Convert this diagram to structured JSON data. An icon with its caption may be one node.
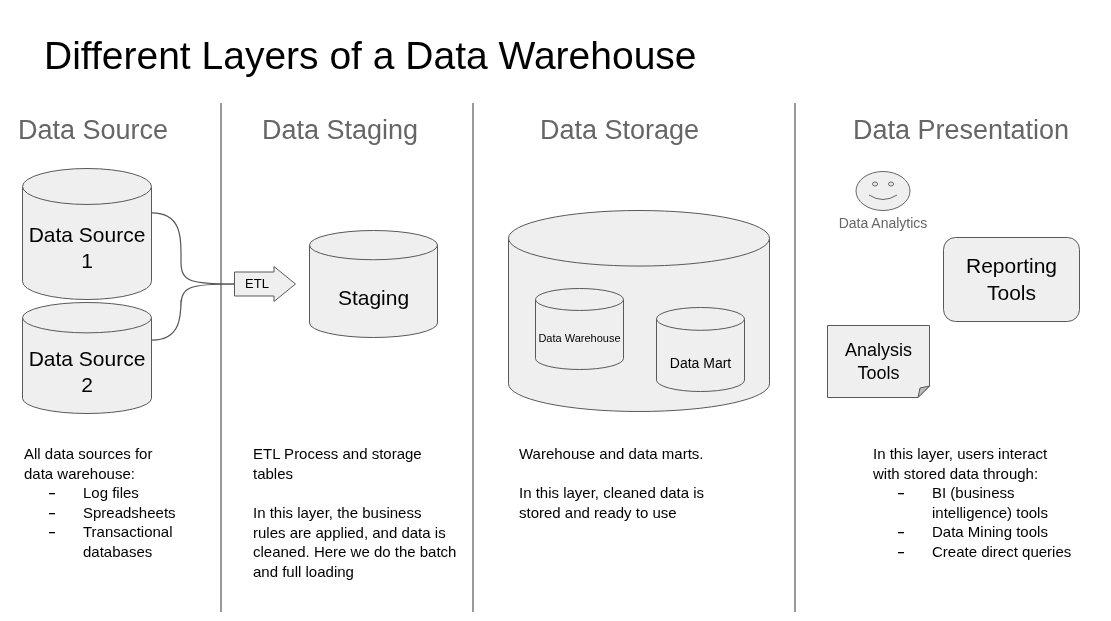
{
  "diagram": {
    "title": "Different Layers of a Data Warehouse",
    "nodes": [
      {
        "text": [
          "Data Source 1"
        ]
      },
      {
        "text": [
          "Data Source 2"
        ]
      },
      {
        "text": [
          "ETL"
        ]
      },
      {
        "text": [
          "Staging"
        ]
      },
      {
        "text": [],
        "shape": "cylinder"
      },
      {
        "text": [
          "Data Warehouse"
        ],
        "in": 4
      },
      {
        "text": [
          "Data Mart"
        ],
        "in": 4
      },
      {
        "text": [
          "Data Analytics"
        ]
      },
      {
        "text": [
          "Reporting Tools"
        ]
      },
      {
        "text": [
          "Analysis Tools"
        ]
      }
    ],
    "edges": [
      {
        "from": 0,
        "to": 2,
        "arrow": "none"
      },
      {
        "from": 1,
        "to": 2,
        "arrow": "none"
      }
    ],
    "labels": [
      "Data Source",
      "Data Staging",
      "Data Storage",
      "Data Presentation",
      "All data sources for data warehouse:",
      "Log files",
      "Spreadsheets",
      "Transactional databases",
      "ETL Process and storage tables",
      "In this layer, the business rules are applied, and data is cleaned. Here we do the batch and full loading",
      "Warehouse and data marts.",
      "In this layer, cleaned data is stored and ready to use",
      "In this layer, users interact with stored data through:",
      "BI (business intelligence) tools",
      "Data Mining tools",
      "Create direct queries"
    ]
  }
}
